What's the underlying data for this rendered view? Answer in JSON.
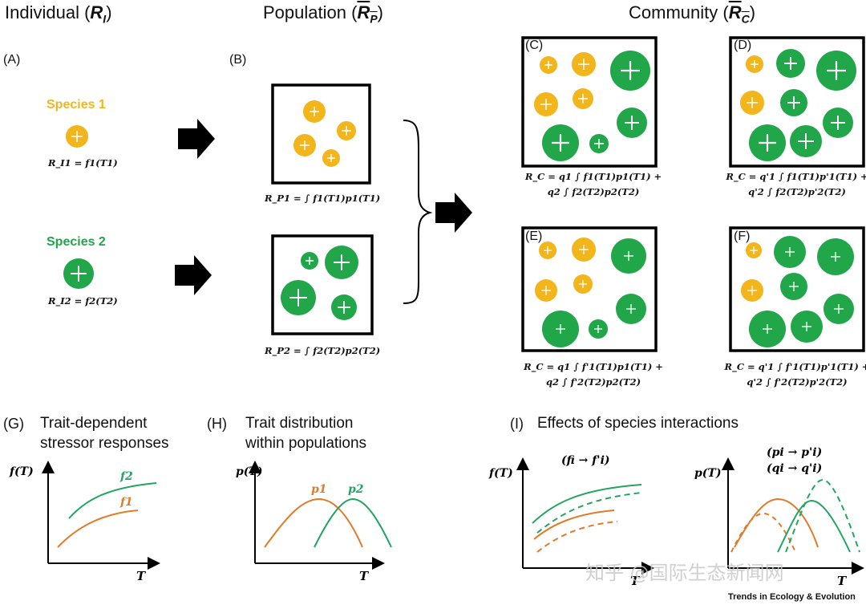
{
  "colors": {
    "species1": "#f2b51c",
    "species2": "#21a64a",
    "f_curve_orange": "#e07b2a",
    "f_curve_green": "#22a560",
    "box_border": "#000000"
  },
  "headers": {
    "individual": "Individual",
    "individual_sym": "R",
    "individual_sub": "I",
    "population": "Population",
    "population_sym": "R",
    "population_sub": "P",
    "community": "Community",
    "community_sym": "R",
    "community_sub": "C"
  },
  "panels": {
    "A": {
      "letter": "(A)",
      "species1_label": "Species 1",
      "species2_label": "Species 2",
      "formula1": "R_I1 = f1(T1)",
      "formula2": "R_I2 = f2(T2)"
    },
    "B": {
      "letter": "(B)",
      "formula1": "R_P1 = ∫ f1(T1)p1(T1)",
      "formula2": "R_P2 = ∫ f2(T2)p2(T2)"
    },
    "C": {
      "letter": "(C)",
      "line1": "R_C = q1 ∫ f1(T1)p1(T1) +",
      "line2": "q2 ∫ f2(T2)p2(T2)"
    },
    "D": {
      "letter": "(D)",
      "line1": "R_C = q'1 ∫ f1(T1)p'1(T1) +",
      "line2": "q'2 ∫ f2(T2)p'2(T2)"
    },
    "E": {
      "letter": "(E)",
      "line1": "R_C = q1 ∫ f'1(T1)p1(T1) +",
      "line2": "q2 ∫ f'2(T2)p2(T2)"
    },
    "F": {
      "letter": "(F)",
      "line1": "R_C = q'1 ∫ f'1(T1)p'1(T1) +",
      "line2": "q'2 ∫ f'2(T2)p'2(T2)"
    },
    "G": {
      "letter": "(G)",
      "title_line1": "Trait-dependent",
      "title_line2": "stressor responses",
      "ylabel": "f(T)",
      "xlabel": "T",
      "curve1": "f1",
      "curve2": "f2"
    },
    "H": {
      "letter": "(H)",
      "title_line1": "Trait distribution",
      "title_line2": "within populations",
      "ylabel": "p(T)",
      "xlabel": "T",
      "curve1": "p1",
      "curve2": "p2"
    },
    "I": {
      "letter": "(I)",
      "title": "Effects of species interactions",
      "left_ylabel": "f(T)",
      "left_note": "(fi → f'i)",
      "right_ylabel": "p(T)",
      "right_note1": "(pi → p'i)",
      "right_note2": "(qi → q'i)",
      "xlabel": "T"
    }
  },
  "watermark": "知乎 @国际生态新闻网",
  "credit": "Trends in Ecology & Evolution"
}
